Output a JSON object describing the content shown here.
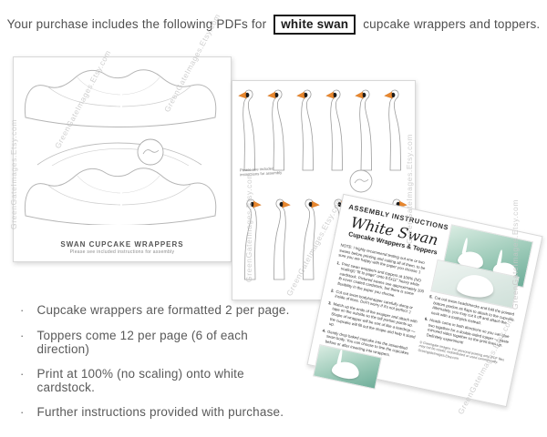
{
  "header": {
    "prefix": "Your purchase includes the following PDFs for",
    "highlight": "white swan",
    "suffix": "cupcake wrappers and toppers."
  },
  "watermark": "GreenGateImages.Etsy.com",
  "bullet_marker": "·",
  "bullets": [
    "Cupcake wrappers are formatted 2 per page.",
    "Toppers come 12 per page (6 of each direction)",
    "Print at 100% (no scaling) onto white cardstock.",
    "Further instructions provided with purchase."
  ],
  "wrappers_page": {
    "title": "SWAN CUPCAKE WRAPPERS",
    "subtitle": "Please see included instructions for assembly"
  },
  "toppers_page": {
    "note": "Please see included instructions for assembly"
  },
  "instructions_page": {
    "header": "ASSEMBLY INSTRUCTIONS",
    "script_title": "White Swan",
    "subtitle": "Cupcake Wrappers & Toppers",
    "note": "NOTE: I highly recommend testing out one or two swans before printing and cutting all of them, to be sure you are happy with the paper you choose :)",
    "steps": [
      {
        "n": "1.",
        "t": "Print swan wrappers and toppers at 100% (NO scaling!) \"fit to page\" onto 8.5x11\" heavy white cardstock. Pictured swans use approximately 100 lb cover coated cardstock, but there is some flexibility in the paper you choose."
      },
      {
        "n": "2.",
        "t": "Cut out swan body/wrapper carefully along or inside of lines. Don't worry if it's not perfect :)"
      },
      {
        "n": "3.",
        "t": "Match up the ends of the wrapper and attach with tape on the outside so the tall portion points up. Shape of wrapper will be sort of like a teardrop — the cupcake will fill out the shape and help it stand up."
      },
      {
        "n": "4.",
        "t": "Gently drop baked cupcake into the assembled swan body. You can choose to line the cupcakes before or after inserting into wrappers."
      },
      {
        "n": "5.",
        "t": "Cut out swan heads/necks and fold the pointed bottom portion as flaps to attach to the cupcake. Alternately, you may cut it off and attach the neck with a toothpick instead."
      },
      {
        "n": "6.",
        "t": "Heads come in both directions so you can glue two together for a double-sided topper — paste mirrored sides together so the print lines up. Definitely experiment!"
      }
    ],
    "footer": "© Greengate Images. For personal printing only. PDF files may not be resold, redistributed or used commercially. GreengateImages.Etsy.com"
  }
}
